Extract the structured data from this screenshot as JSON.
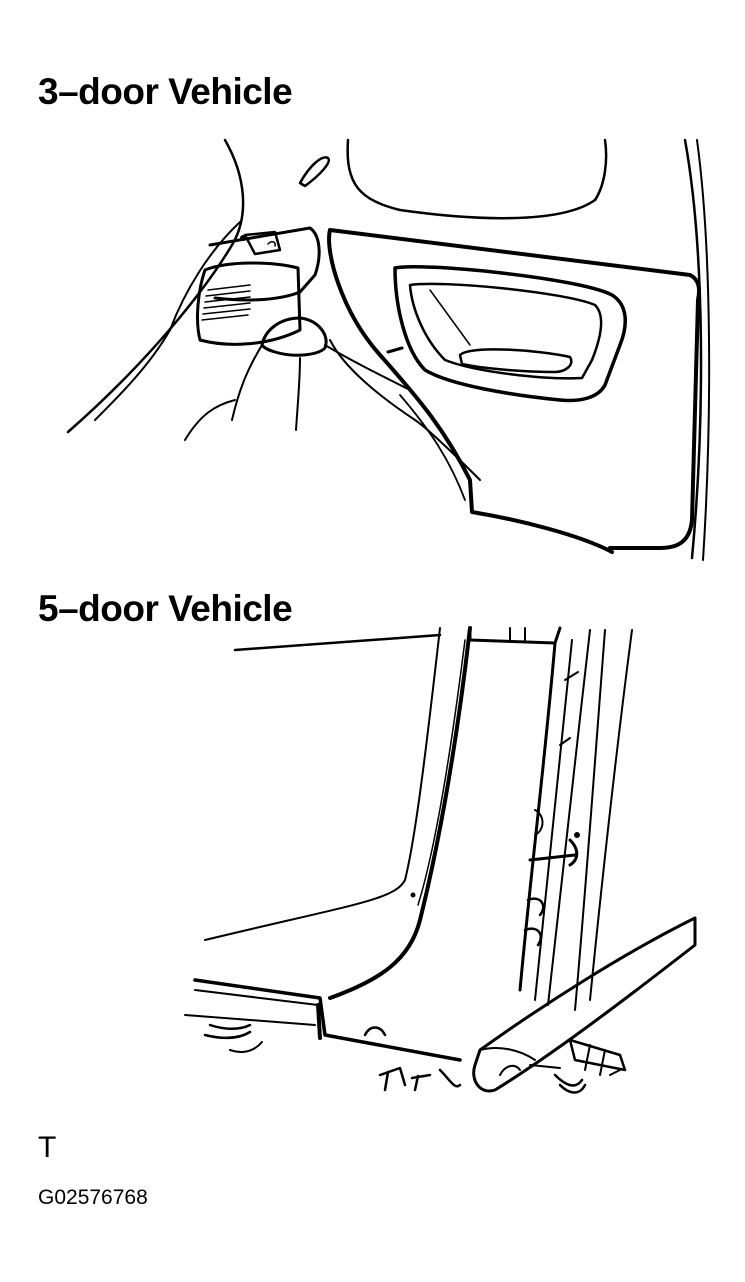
{
  "figure": {
    "heading_top": "3–door Vehicle",
    "heading_bottom": "5–door Vehicle",
    "corner_mark": "T",
    "figure_code": "G02576768"
  },
  "colors": {
    "ink": "#000000",
    "paper": "#ffffff"
  }
}
